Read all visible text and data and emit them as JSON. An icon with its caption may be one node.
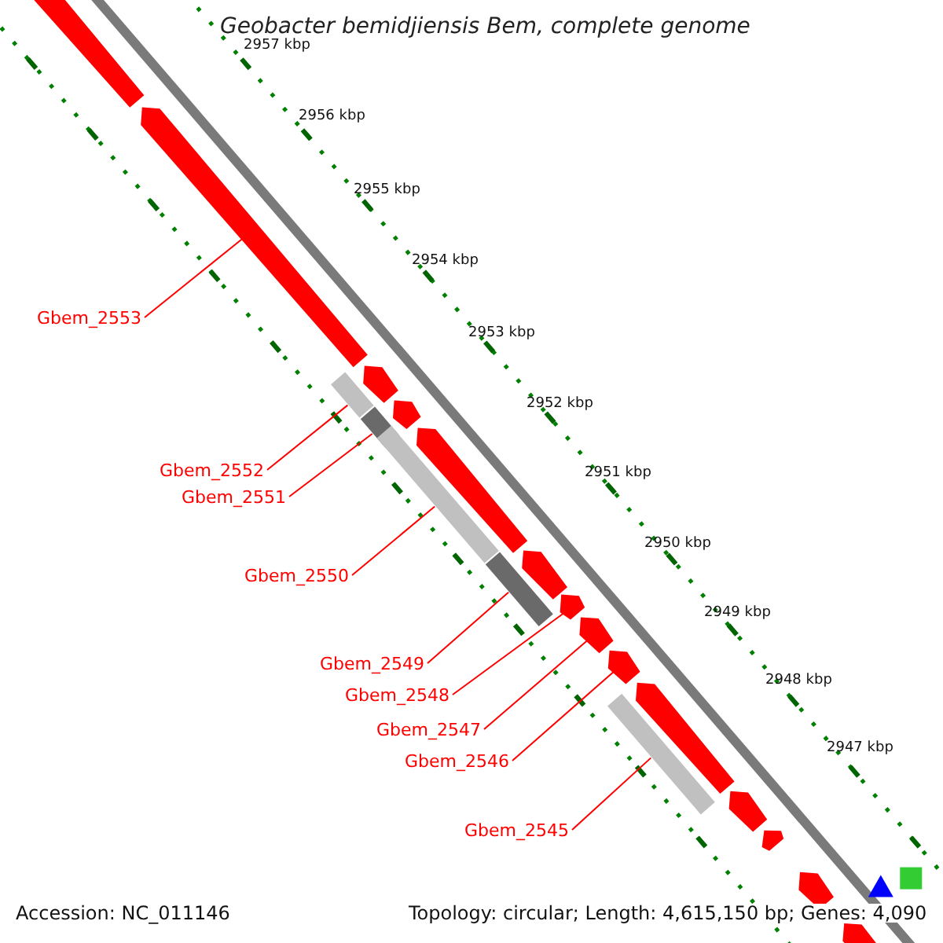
{
  "diagram": {
    "title": "Geobacter bemidjiensis Bem, complete genome",
    "nodes": [
      {
        "text": [
          "Gbem_2553"
        ]
      },
      {
        "text": [
          "Gbem_2552"
        ]
      },
      {
        "text": [
          "Gbem_2551"
        ]
      },
      {
        "text": [
          "Gbem_2550"
        ]
      },
      {
        "text": [
          "Gbem_2549"
        ]
      },
      {
        "text": [
          "Gbem_2548"
        ]
      },
      {
        "text": [
          "Gbem_2547"
        ]
      },
      {
        "text": [
          "Gbem_2546"
        ]
      },
      {
        "text": [
          "Gbem_2545"
        ]
      },
      {
        "text": [],
        "shape": "arrow"
      },
      {
        "text": [],
        "shape": "arrow"
      },
      {
        "text": [],
        "shape": "bar"
      },
      {
        "text": [],
        "shape": "arrow"
      },
      {
        "text": [],
        "shape": "bar"
      },
      {
        "text": [],
        "shape": "arrow"
      },
      {
        "text": [],
        "shape": "bar"
      },
      {
        "text": [],
        "shape": "arrow"
      },
      {
        "text": [],
        "shape": "bar"
      },
      {
        "text": [],
        "shape": "arrow"
      },
      {
        "text": [],
        "shape": "arrow"
      },
      {
        "text": [],
        "shape": "arrow"
      },
      {
        "text": [],
        "shape": "arrow"
      },
      {
        "text": [],
        "shape": "bar"
      },
      {
        "text": [],
        "shape": "arrow"
      },
      {
        "text": [],
        "shape": "arrow"
      },
      {
        "text": [],
        "shape": "arrow"
      },
      {
        "text": [],
        "shape": "arrow"
      },
      {
        "text": [],
        "shape": "triangle"
      },
      {
        "text": [],
        "shape": "box"
      },
      {
        "text": [],
        "shape": "arrow"
      }
    ],
    "edges": [
      {
        "from": 0,
        "to": 10,
        "arrow": "none"
      },
      {
        "from": 1,
        "to": 11,
        "arrow": "none"
      },
      {
        "from": 2,
        "to": 13,
        "arrow": "none"
      },
      {
        "from": 3,
        "to": 15,
        "arrow": "none"
      },
      {
        "from": 4,
        "to": 17,
        "arrow": "none"
      },
      {
        "from": 5,
        "to": 19,
        "arrow": "none"
      },
      {
        "from": 6,
        "to": 20,
        "arrow": "none"
      },
      {
        "from": 7,
        "to": 21,
        "arrow": "none"
      },
      {
        "from": 8,
        "to": 22,
        "arrow": "none"
      }
    ],
    "labels": [
      "2957 kbp",
      "2956 kbp",
      "2955 kbp",
      "2954 kbp",
      "2953 kbp",
      "2952 kbp",
      "2951 kbp",
      "2950 kbp",
      "2949 kbp",
      "2948 kbp",
      "2947 kbp",
      "Accession: NC_011146",
      "Topology: circular; Length: 4,615,150 bp; Genes: 4,090"
    ]
  }
}
